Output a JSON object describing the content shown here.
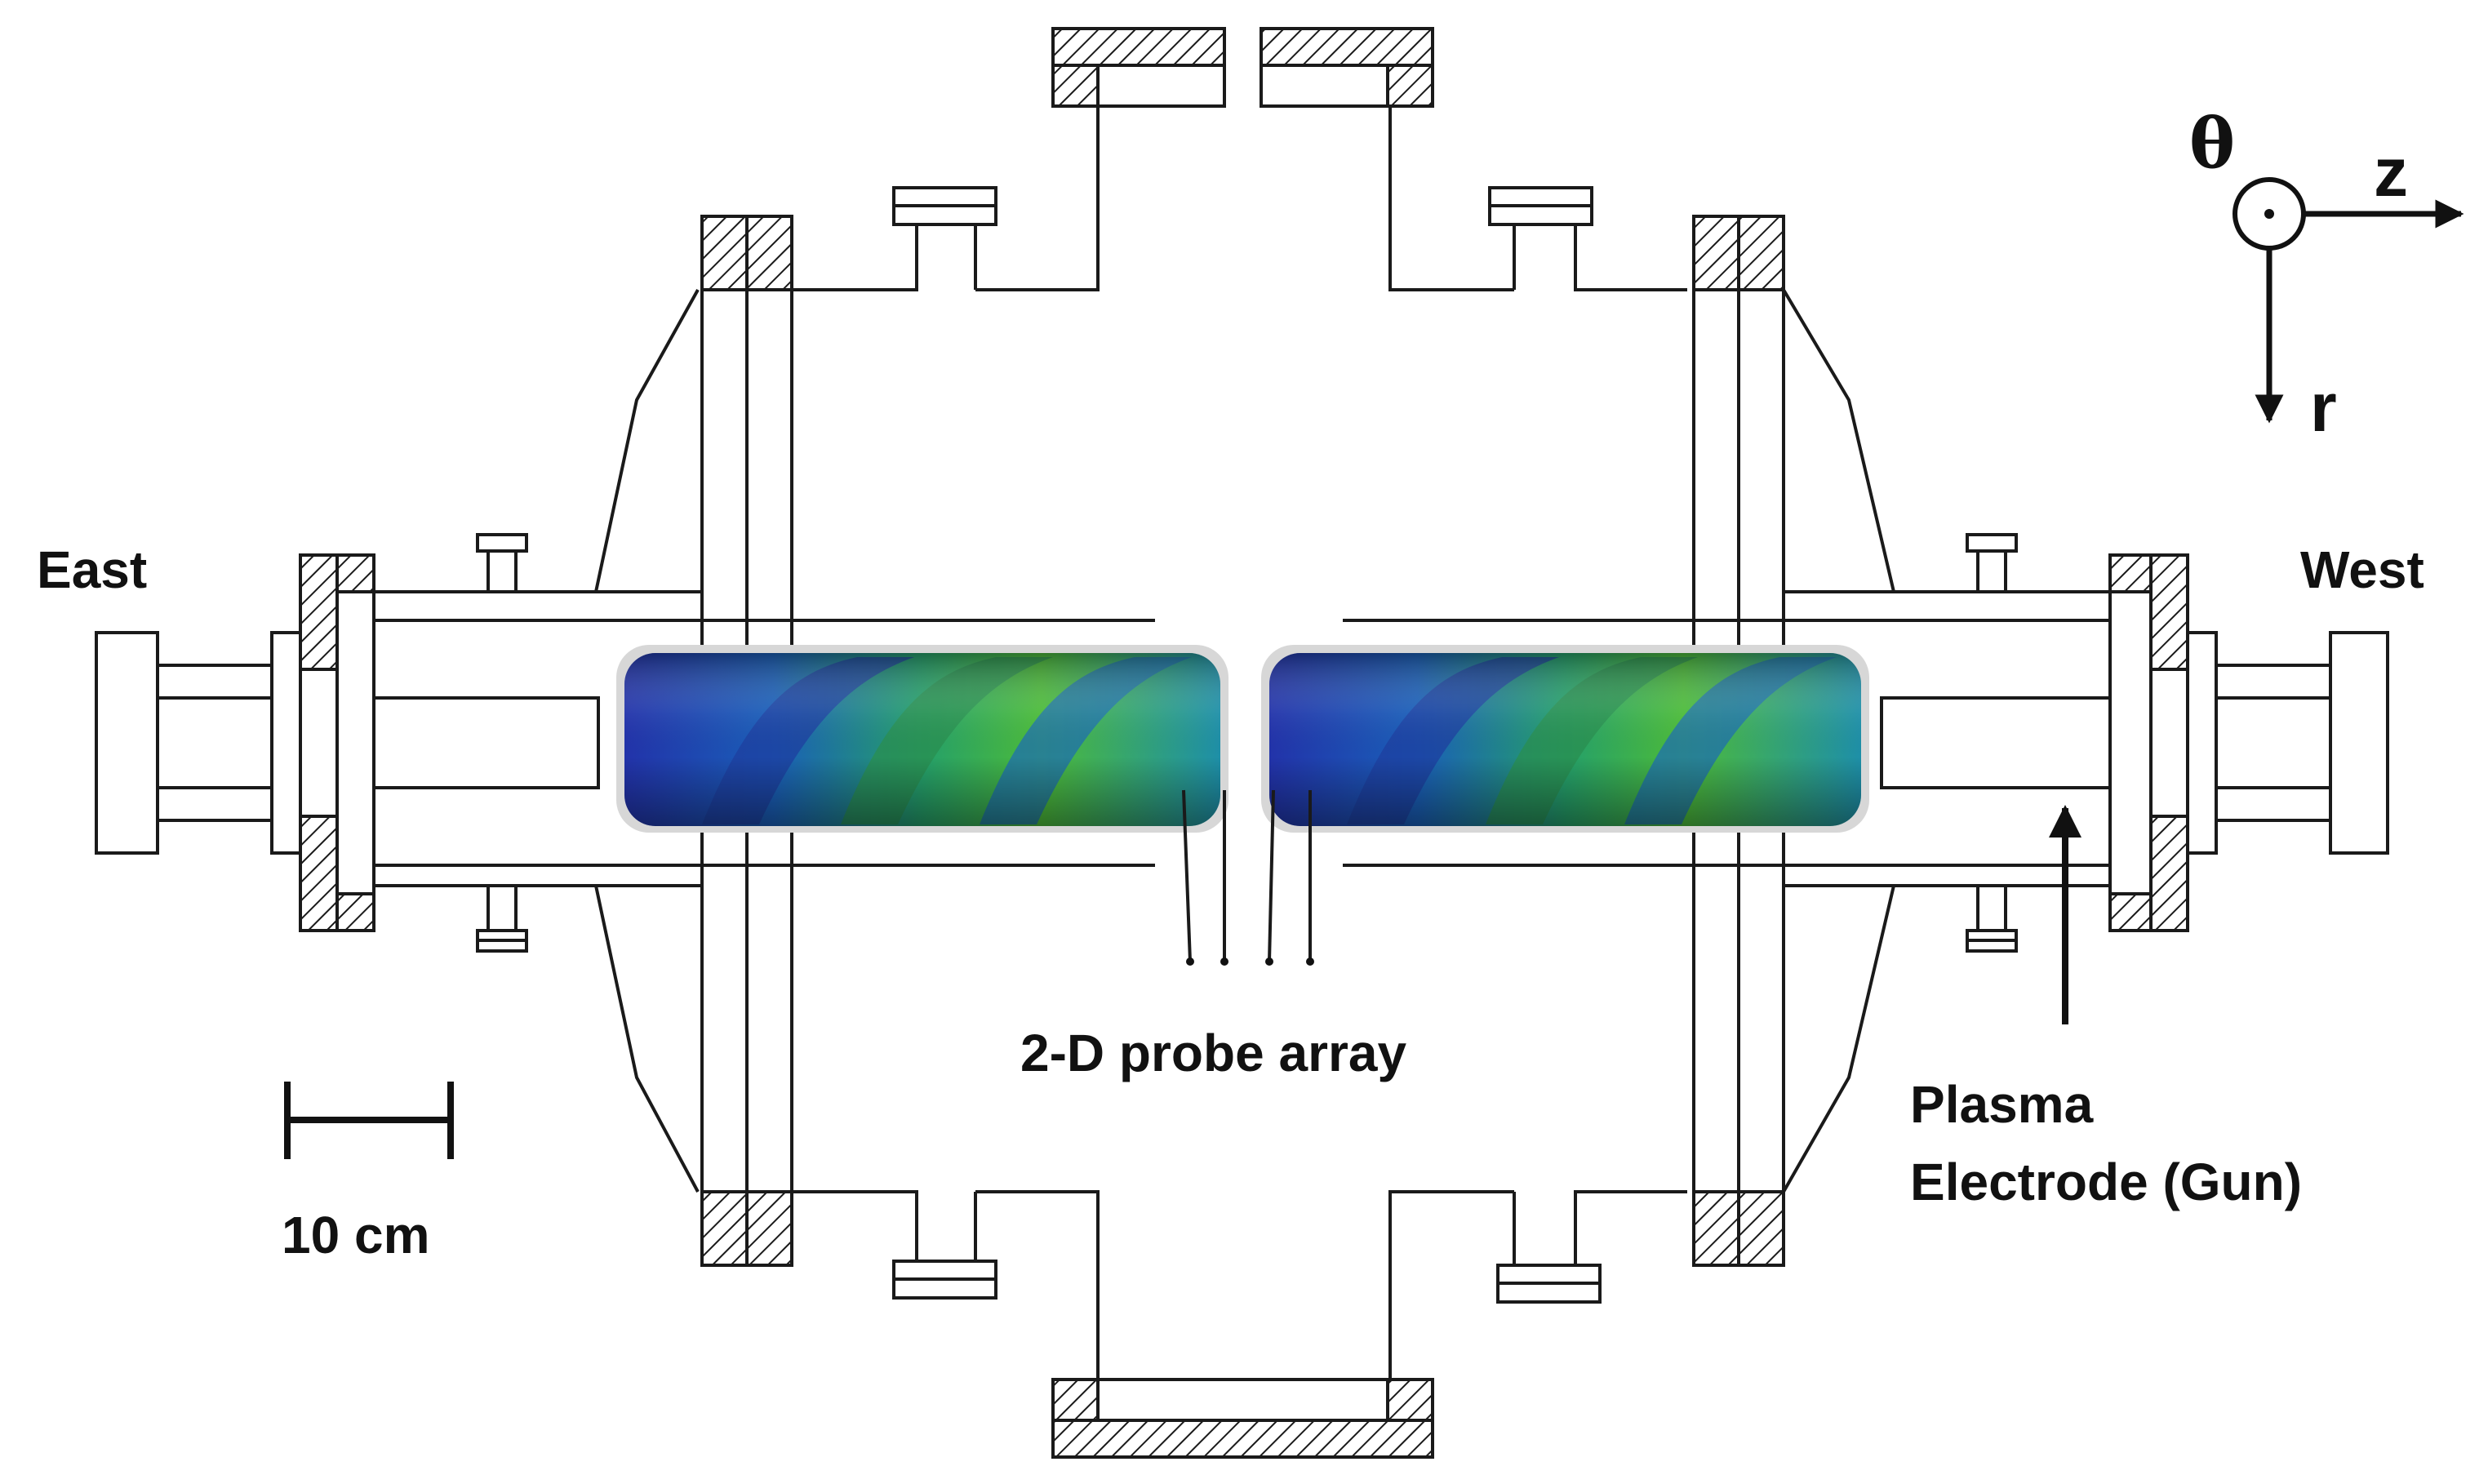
{
  "labels": {
    "east": "East",
    "west": "West",
    "probe_array": "2-D probe array",
    "scale_bar": "10 cm",
    "gun_line1": "Plasma",
    "gun_line2": "Electrode (Gun)"
  },
  "axes": {
    "theta": "θ",
    "z": "z",
    "r": "r"
  },
  "colors": {
    "line": "#1a1a1a",
    "plasma_dark": "#2233aa",
    "plasma_mid": "#1e8fa8",
    "plasma_light": "#4cbb3a",
    "plasma_glow": "#d7d7d7"
  }
}
